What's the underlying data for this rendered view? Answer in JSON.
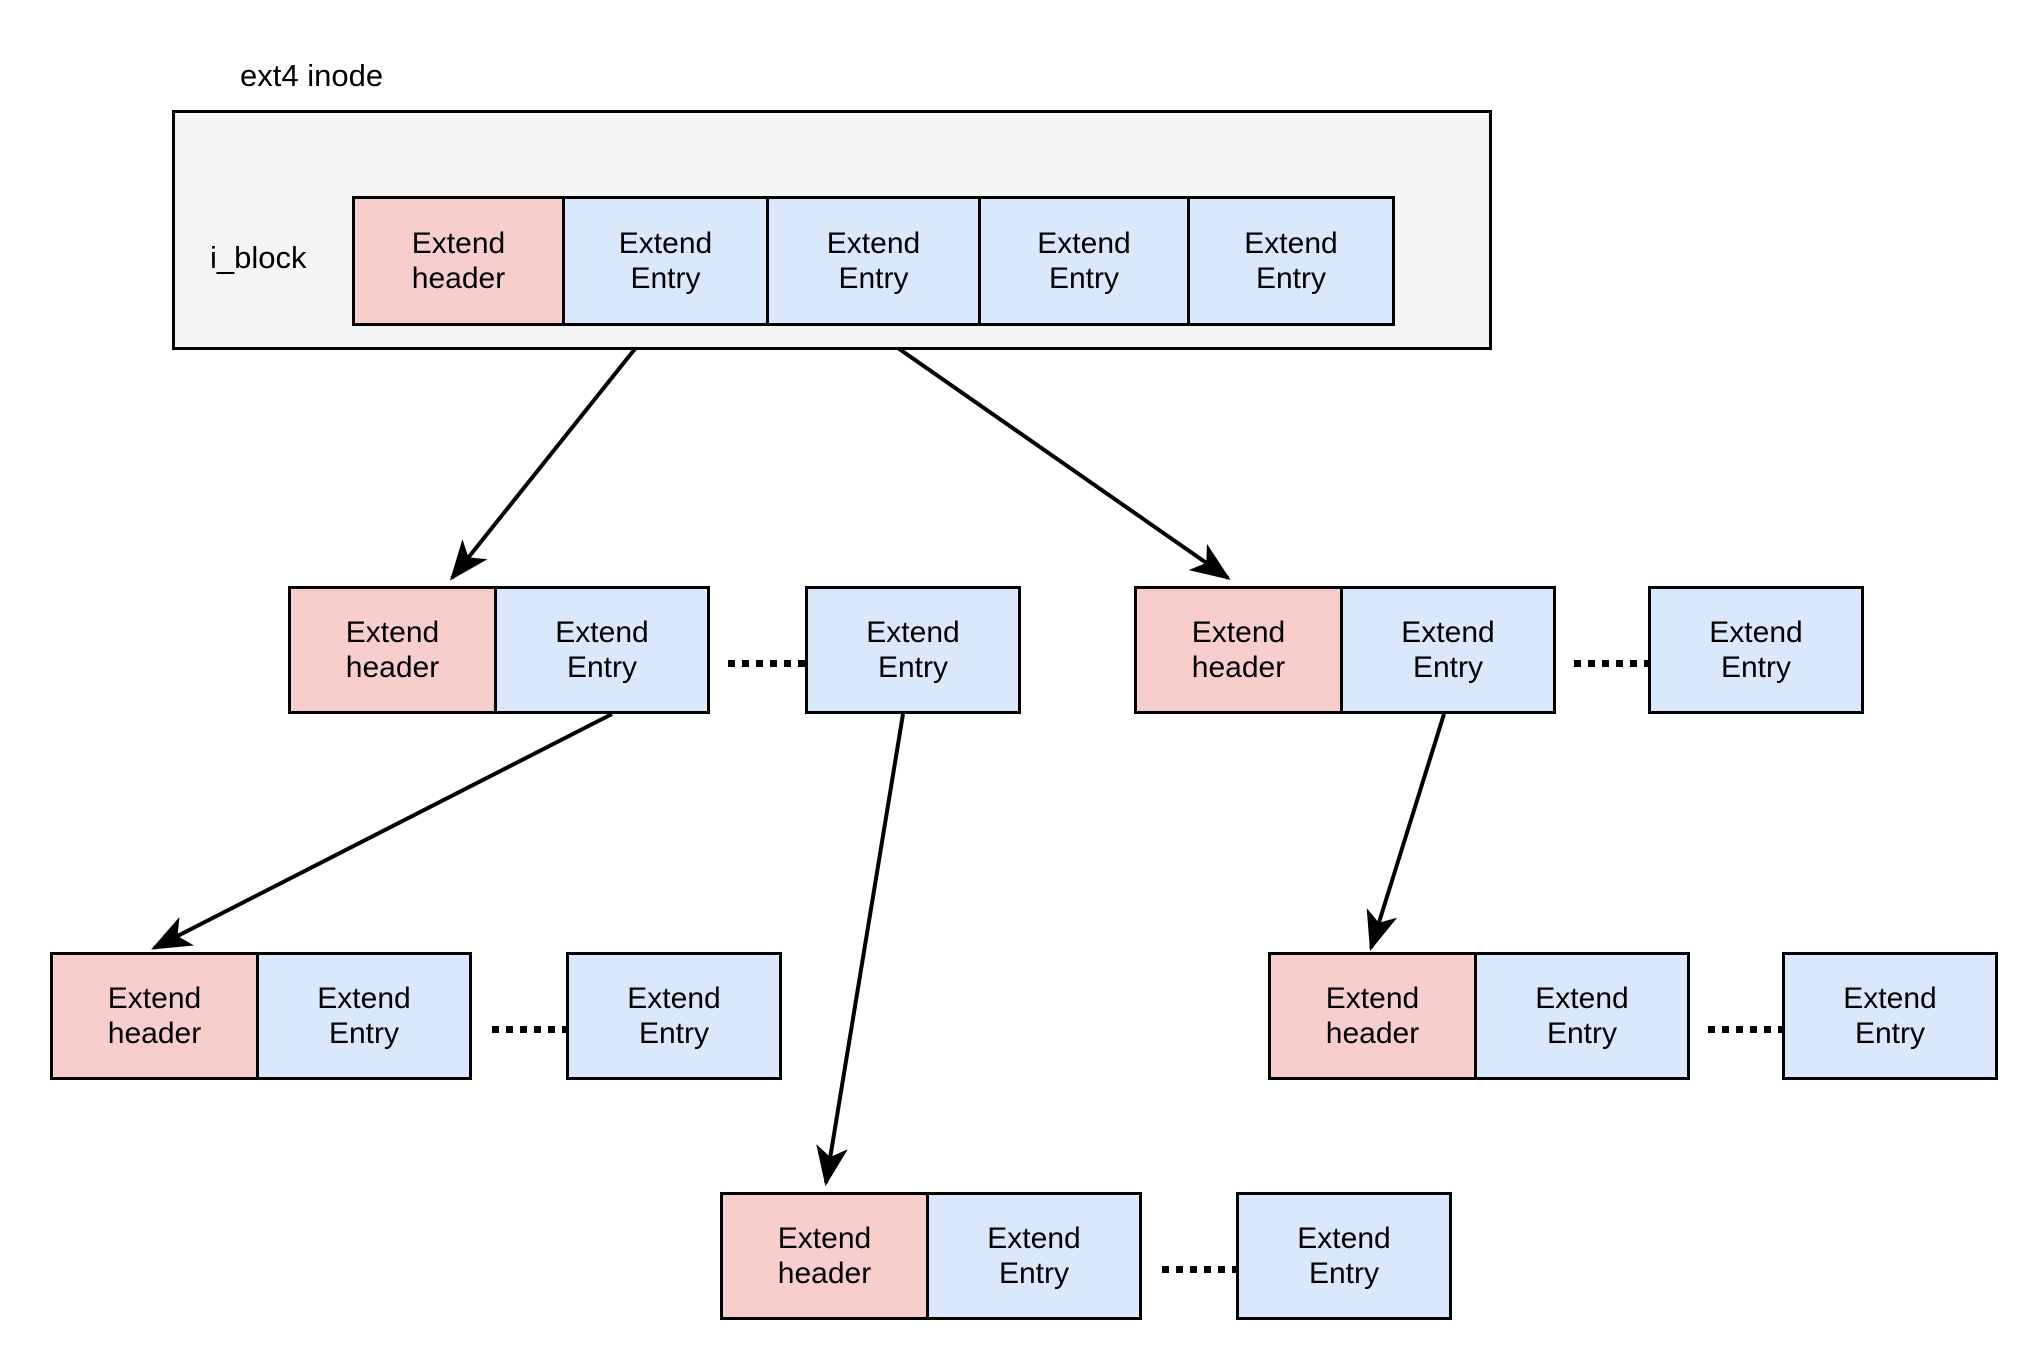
{
  "diagram": {
    "title": "ext4 inode",
    "colors": {
      "header_fill": "#f8cecc",
      "entry_fill": "#dae8fc",
      "inode_fill": "#f5f5f5",
      "stroke": "#000000"
    },
    "inode": {
      "label": "i_block",
      "cells": [
        {
          "kind": "header",
          "line1": "Extend",
          "line2": "header"
        },
        {
          "kind": "entry",
          "line1": "Extend",
          "line2": "Entry"
        },
        {
          "kind": "entry",
          "line1": "Extend",
          "line2": "Entry"
        },
        {
          "kind": "entry",
          "line1": "Extend",
          "line2": "Entry"
        },
        {
          "kind": "entry",
          "line1": "Extend",
          "line2": "Entry"
        }
      ]
    },
    "level2": {
      "left_block": [
        {
          "kind": "header",
          "line1": "Extend",
          "line2": "header"
        },
        {
          "kind": "entry",
          "line1": "Extend",
          "line2": "Entry"
        }
      ],
      "left_tail": {
        "kind": "entry",
        "line1": "Extend",
        "line2": "Entry"
      },
      "right_block": [
        {
          "kind": "header",
          "line1": "Extend",
          "line2": "header"
        },
        {
          "kind": "entry",
          "line1": "Extend",
          "line2": "Entry"
        }
      ],
      "right_tail": {
        "kind": "entry",
        "line1": "Extend",
        "line2": "Entry"
      }
    },
    "level3": {
      "left_block": [
        {
          "kind": "header",
          "line1": "Extend",
          "line2": "header"
        },
        {
          "kind": "entry",
          "line1": "Extend",
          "line2": "Entry"
        }
      ],
      "left_tail": {
        "kind": "entry",
        "line1": "Extend",
        "line2": "Entry"
      },
      "right_block": [
        {
          "kind": "header",
          "line1": "Extend",
          "line2": "header"
        },
        {
          "kind": "entry",
          "line1": "Extend",
          "line2": "Entry"
        }
      ],
      "right_tail": {
        "kind": "entry",
        "line1": "Extend",
        "line2": "Entry"
      }
    },
    "level4": {
      "block": [
        {
          "kind": "header",
          "line1": "Extend",
          "line2": "header"
        },
        {
          "kind": "entry",
          "line1": "Extend",
          "line2": "Entry"
        }
      ],
      "tail": {
        "kind": "entry",
        "line1": "Extend",
        "line2": "Entry"
      }
    },
    "ellipsis_dot_count": 6
  }
}
